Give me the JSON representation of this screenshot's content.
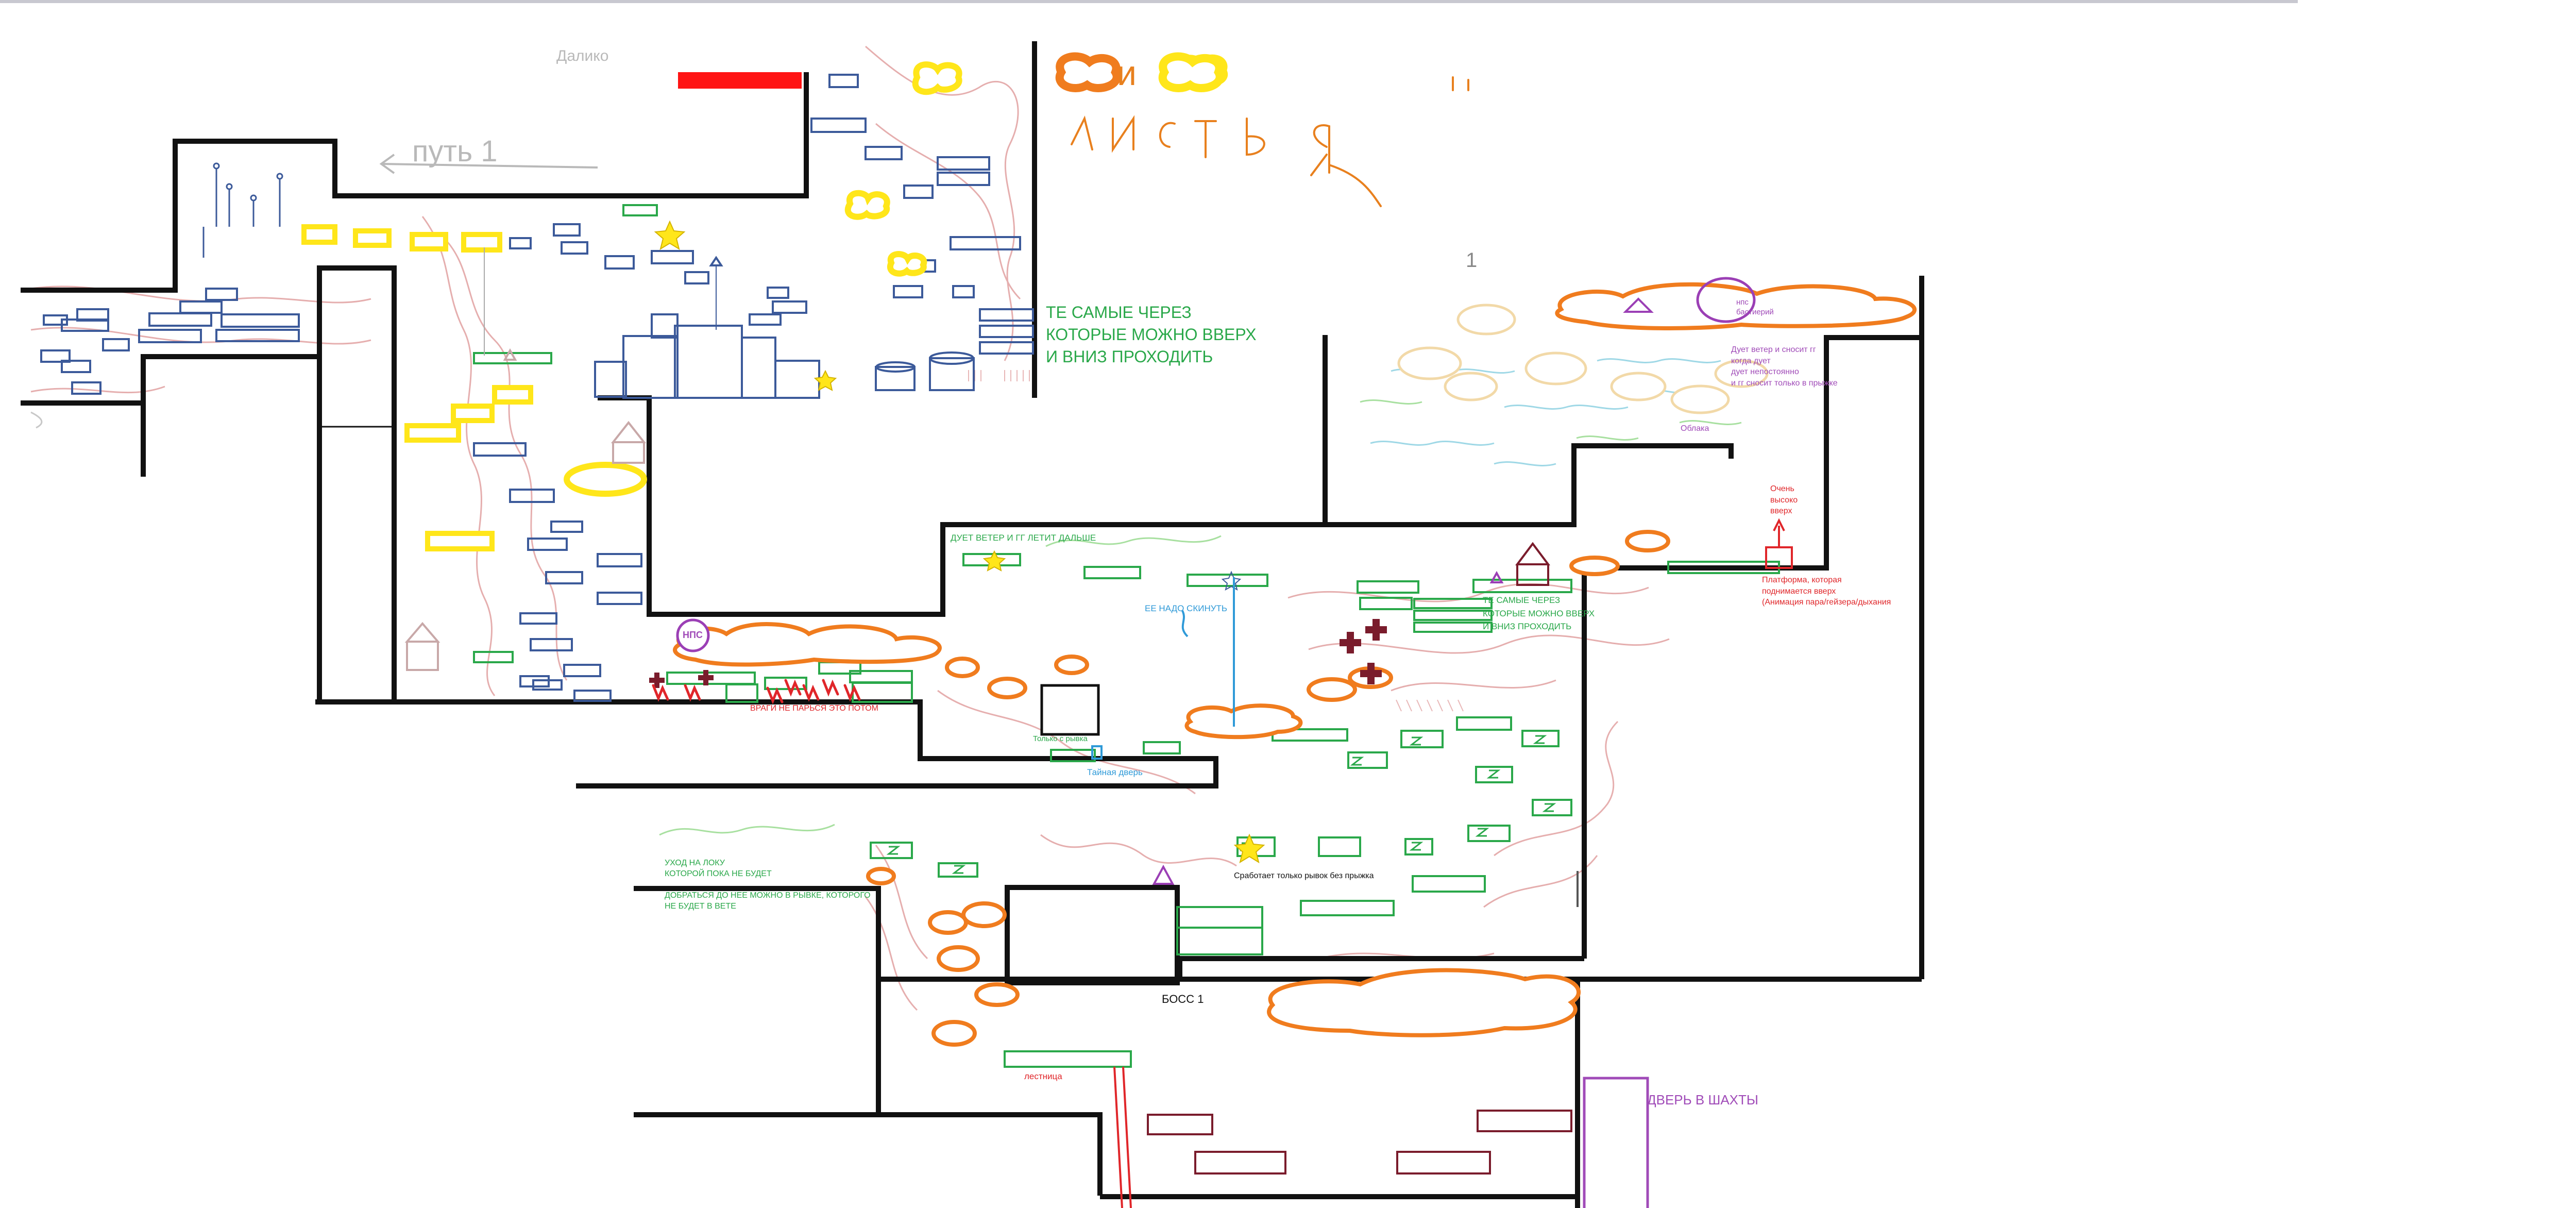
{
  "colors": {
    "wall": "#111111",
    "platform_blue": "#3c5a9a",
    "platform_green": "#2aa84a",
    "platform_dark_red": "#7a1c2c",
    "cloud_orange": "#f07c1e",
    "cloud_yellow": "#ffe61a",
    "cloud_pale": "#f2d9a8",
    "sketch_pink": "#e3a6a6",
    "enemy_red": "#e0262a",
    "npc_purple": "#9b3fb5",
    "secret_blue": "#2f9ad8",
    "door_purple": "#a04bb8",
    "handwriting_orange": "#e8801e"
  },
  "labels": {
    "path_1": "путь 1",
    "top_faded": "Далико",
    "red_banner": "",
    "two_way_top": "ТЕ САМЫЕ ЧЕРЕЗ\nКОТОРЫЕ МОЖНО ВВЕРХ\nИ ВНИЗ ПРОХОДИТЬ",
    "two_way_mid": "ТЕ САМЫЕ ЧЕРЕЗ\nКОТОРЫЕ МОЖНО ВВЕРХ\nИ ВНИЗ ПРОХОДИТЬ",
    "wind_blows": "ДУЕТ ВЕТЕР И ГГ ЛЕТИТ ДАЛЬШЕ",
    "knock_down": "ЕЕ НАДО СКИНУТЬ",
    "dash_only": "Только с рывка",
    "secret_door": "Тайная дверь",
    "enemies_later": "ВРАГИ НЕ ПАРЬСЯ ЭТО ПОТОМ",
    "npc": "НПС",
    "npc_blacksmith": "нпс\nбастиерий",
    "wind_note": "Дует ветер и сносит гг\nкогда дует\nдует непостоянно\nи гг сносит только в прыжке",
    "clouds": "Облака",
    "very_high": "Очень\nвысоко\nвверх",
    "geyser_platform": "Платформа, которая\nподнимается вверх\n(Анимация пара/гейзера/дыхания",
    "dash_no_jump": "Сработает только рывок без прыжка",
    "leave_note": "УХОД НА ЛОКУ\nКОТОРОЙ ПОКА НЕ БУДЕТ",
    "reach_note": "ДОБРАТЬСЯ ДО НЕЕ МОЖНО В РЫВКЕ, КОТОРОГО\nНЕ БУДЕТ В ВЕТЕ",
    "boss": "БОСС 1",
    "ladder": "лестница",
    "mine_door": "ДВЕРЬ В ШАХТЫ",
    "and": "и",
    "leaves": "листья",
    "one_mark": "1"
  },
  "legend_icons": [
    "orange-cloud-icon",
    "yellow-cloud-icon"
  ]
}
